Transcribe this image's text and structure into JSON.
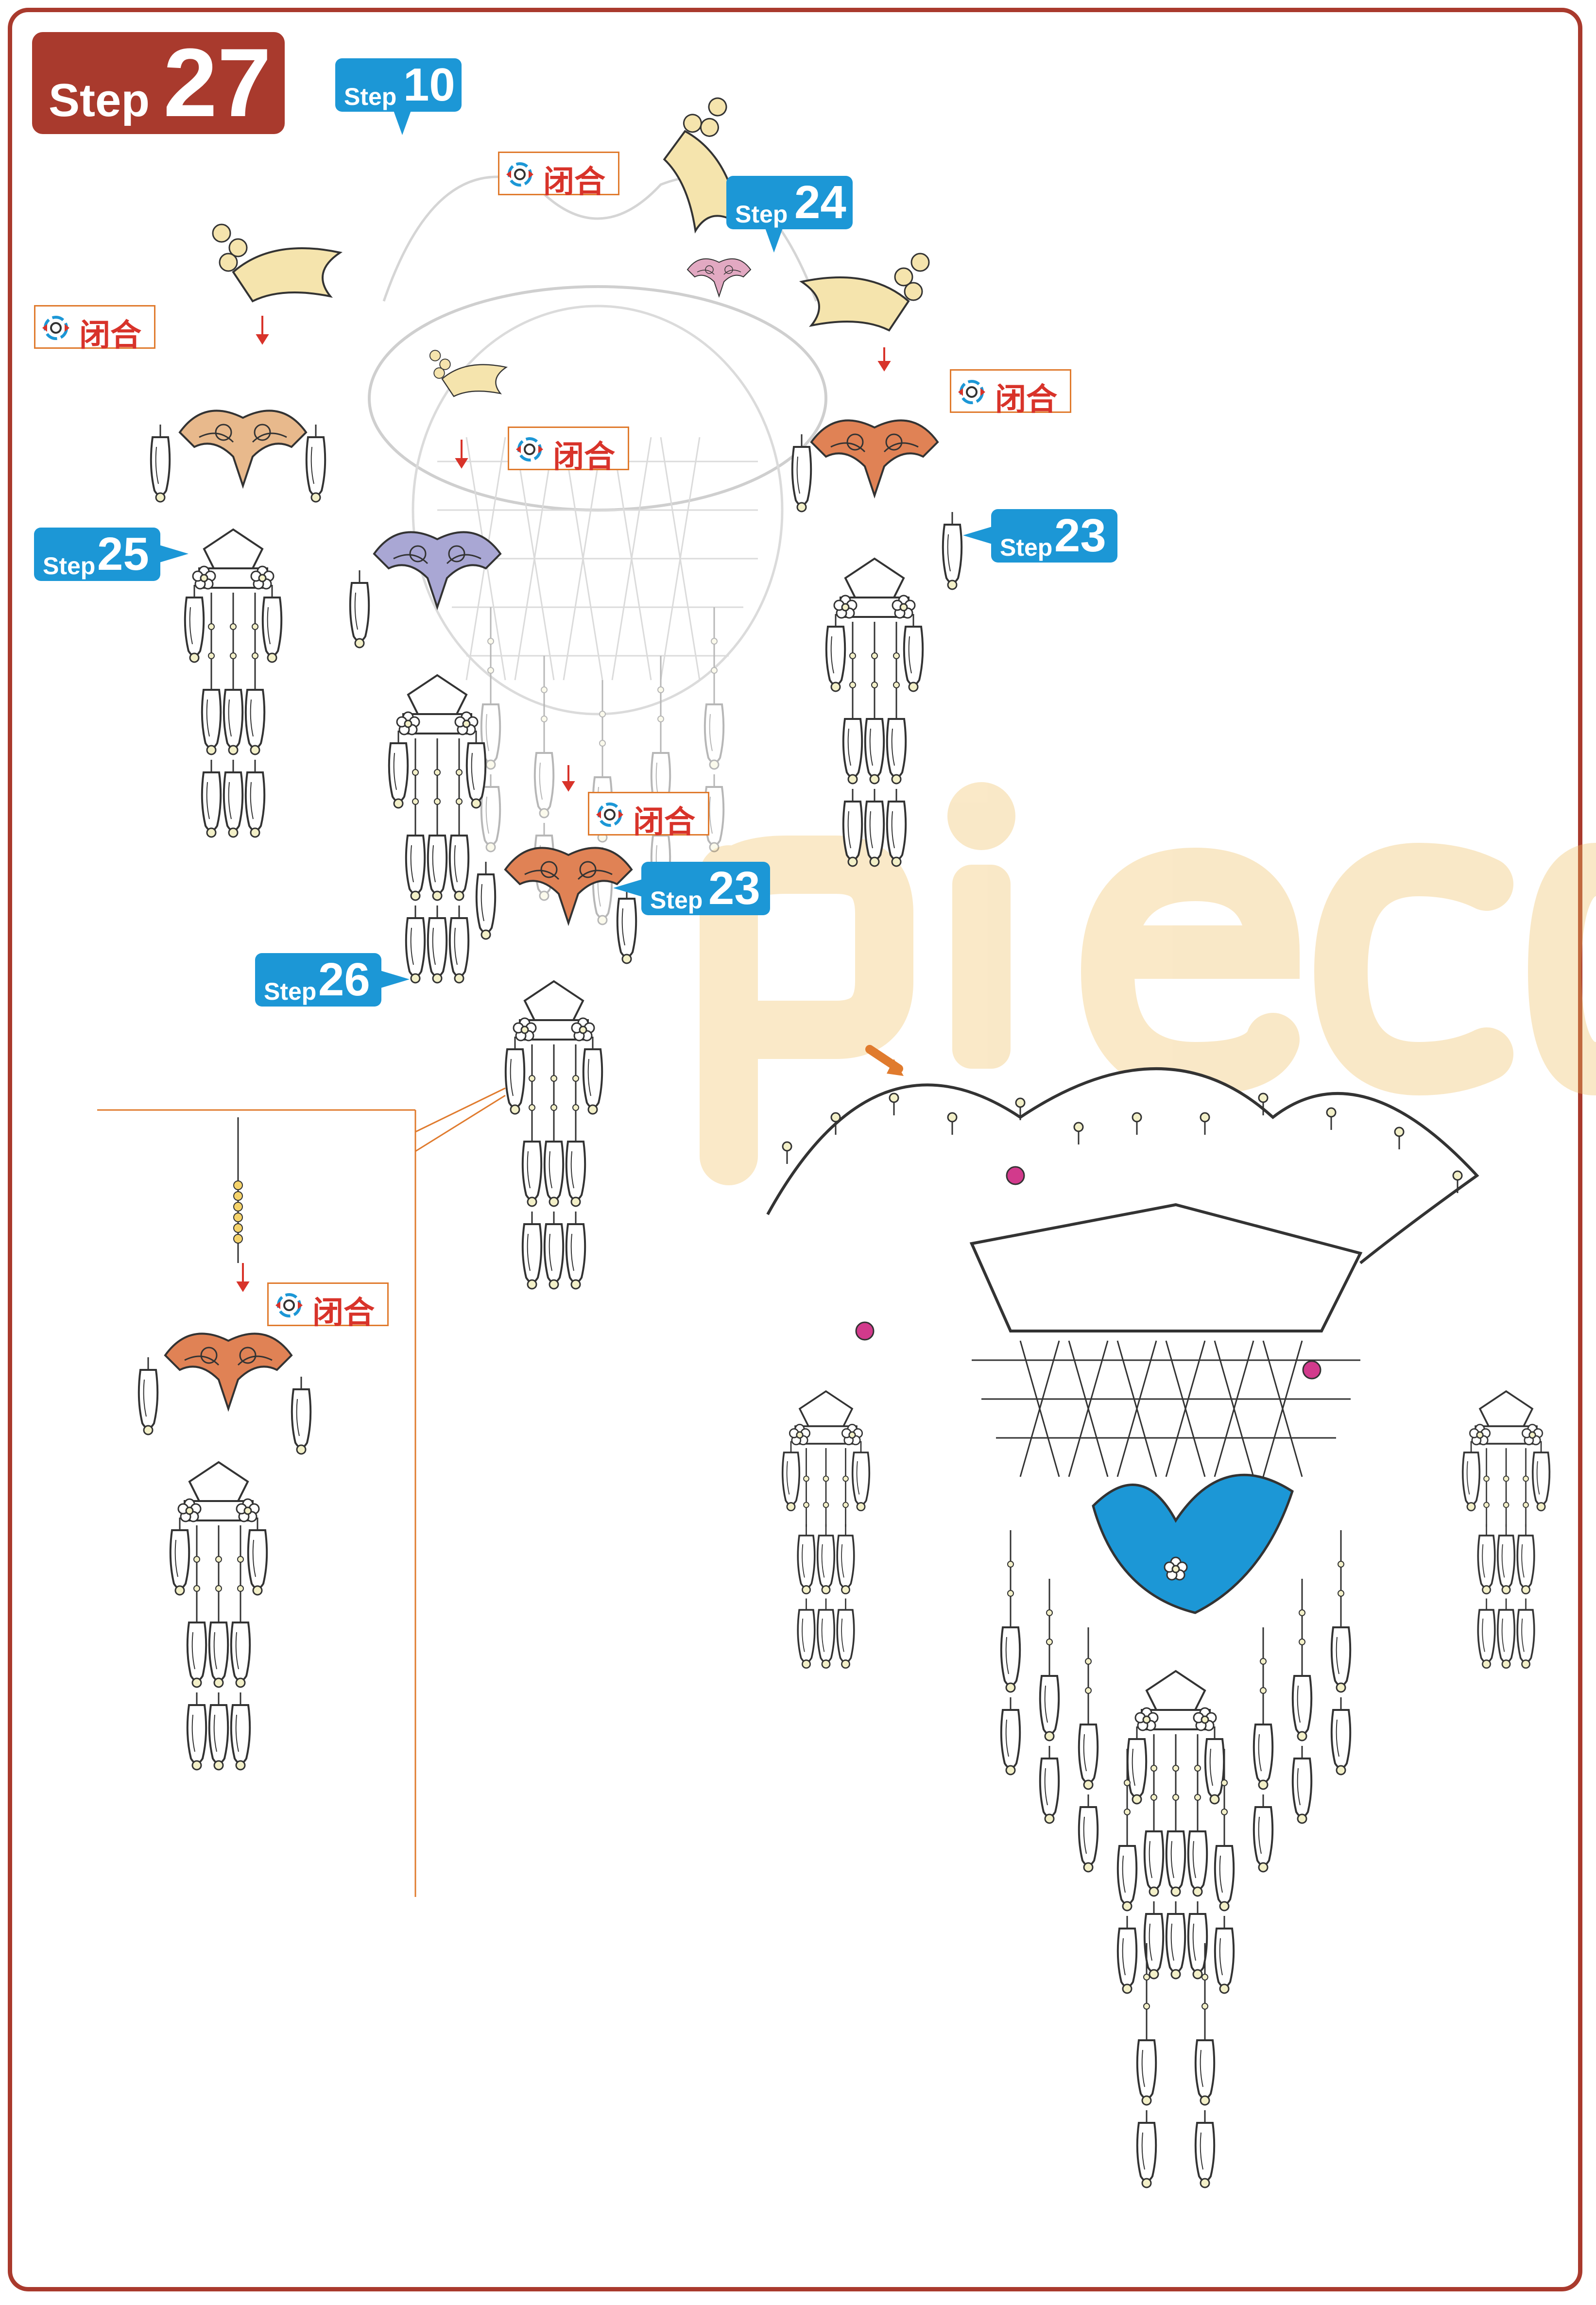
{
  "colors": {
    "frame": "#a93a2d",
    "callout": "#1c97d6",
    "label_text": "#d8332a",
    "label_border": "#e07b2e",
    "part_orange": "#e08255",
    "part_gold": "#f5e4ad",
    "part_violet": "#a9a7d4",
    "part_pink": "#e2a9c2",
    "part_tan": "#e8b98c",
    "part_blue": "#1c97d6",
    "bead_magenta": "#d23a8c",
    "watermark": "#f0c062"
  },
  "step": {
    "word": "Step",
    "number": "27"
  },
  "callouts": [
    {
      "word": "Step",
      "number": "10",
      "icon": "callout-pointer"
    },
    {
      "word": "Step",
      "number": "24",
      "icon": "callout-pointer"
    },
    {
      "word": "Step",
      "number": "25",
      "icon": "callout-pointer"
    },
    {
      "word": "Step",
      "number": "23",
      "icon": "callout-pointer"
    },
    {
      "word": "Step",
      "number": "23",
      "icon": "callout-pointer"
    },
    {
      "word": "Step",
      "number": "26",
      "icon": "callout-pointer"
    }
  ],
  "close_label": {
    "text": "闭合",
    "icon": "ring-close-icon"
  },
  "watermark": "pieco"
}
